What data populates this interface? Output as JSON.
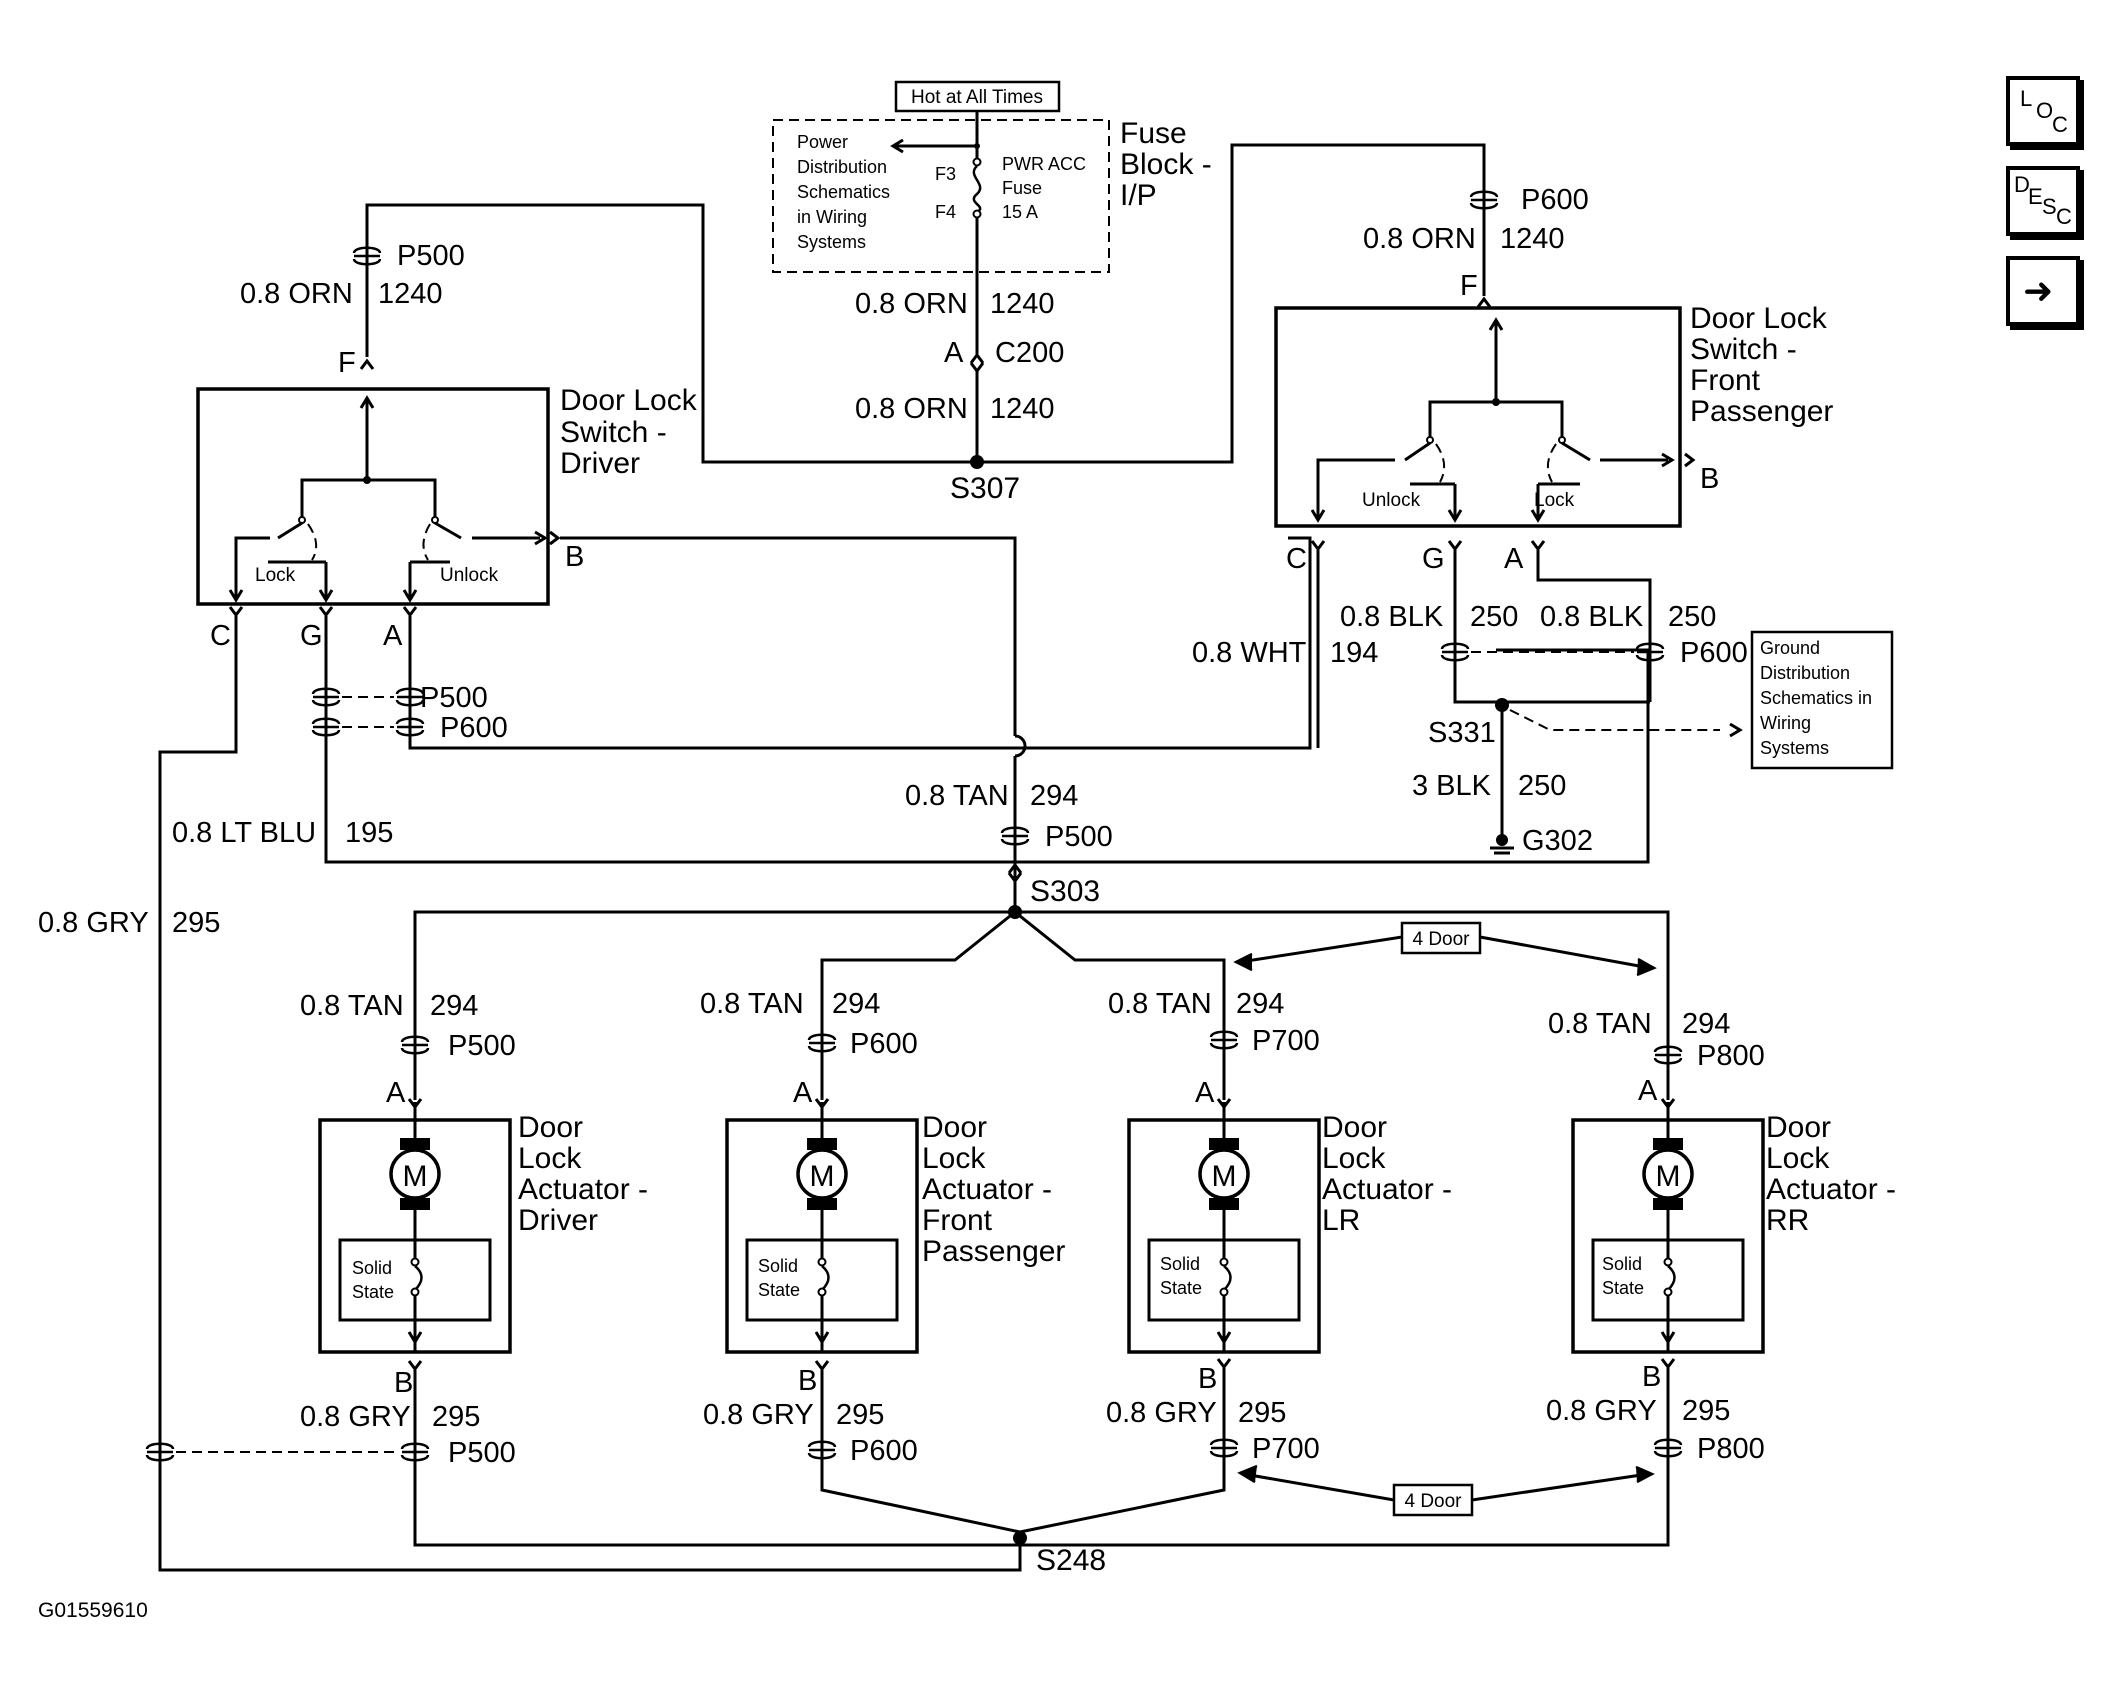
{
  "nav": {
    "loc": [
      "L",
      "O",
      "C"
    ],
    "desc": [
      "D",
      "E",
      "S",
      "C"
    ],
    "next_glyph": "➜"
  },
  "figure_id": "G01559610",
  "fuse": {
    "hot_label": "Hot at All Times",
    "title_lines": [
      "Fuse",
      "Block -",
      "I/P"
    ],
    "power_ref": [
      "Power",
      "Distribution",
      "Schematics",
      "in Wiring",
      "Systems"
    ],
    "f3": "F3",
    "f4": "F4",
    "fuse_name": [
      "PWR ACC",
      "Fuse",
      "15 A"
    ]
  },
  "wires": {
    "orn": "0.8 ORN",
    "orn_circuit": "1240",
    "tan": "0.8 TAN",
    "tan_circuit": "294",
    "gry": "0.8 GRY",
    "gry_circuit": "295",
    "ltblu": "0.8 LT BLU",
    "ltblu_circuit": "195",
    "wht": "0.8 WHT",
    "wht_circuit": "194",
    "blk": "0.8 BLK",
    "blk_circuit": "250",
    "blk3": "3 BLK"
  },
  "connectors": {
    "p500": "P500",
    "p600": "P600",
    "p700": "P700",
    "p800": "P800",
    "c200": "C200"
  },
  "splices": {
    "s307": "S307",
    "s303": "S303",
    "s331": "S331",
    "s248": "S248",
    "g302": "G302"
  },
  "pins": {
    "a": "A",
    "b": "B",
    "c": "C",
    "f": "F",
    "g": "G"
  },
  "switch_driver": {
    "title": [
      "Door Lock",
      "Switch -",
      "Driver"
    ],
    "lock": "Lock",
    "unlock": "Unlock"
  },
  "switch_passenger": {
    "title": [
      "Door Lock",
      "Switch -",
      "Front",
      "Passenger"
    ],
    "lock": "Lock",
    "unlock": "Unlock"
  },
  "ground_ref": [
    "Ground",
    "Distribution",
    "Schematics in",
    "Wiring",
    "Systems"
  ],
  "four_door": "4 Door",
  "actuators": [
    {
      "title": [
        "Door",
        "Lock",
        "Actuator -",
        "Driver"
      ]
    },
    {
      "title": [
        "Door",
        "Lock",
        "Actuator -",
        "Front",
        "Passenger"
      ]
    },
    {
      "title": [
        "Door",
        "Lock",
        "Actuator -",
        "LR"
      ]
    },
    {
      "title": [
        "Door",
        "Lock",
        "Actuator -",
        "RR"
      ]
    }
  ],
  "motor_symbol": "M",
  "solid_state": [
    "Solid",
    "State"
  ]
}
